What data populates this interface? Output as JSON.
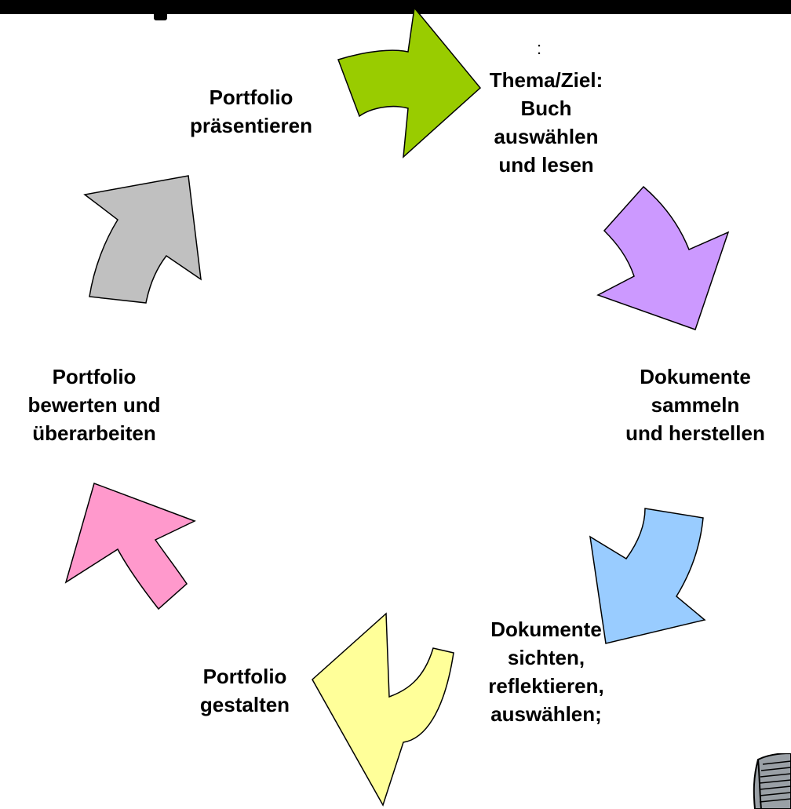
{
  "diagram": {
    "steps": [
      {
        "id": "thema",
        "text": "Thema/Ziel:\nBuch\nauswählen\nund lesen",
        "prefix": ":"
      },
      {
        "id": "sammeln",
        "text": "Dokumente\nsammeln\nund herstellen"
      },
      {
        "id": "sichten",
        "text": "Dokumente\nsichten,\nreflektieren,\nauswählen;"
      },
      {
        "id": "gestalten",
        "text": "Portfolio\ngestalten"
      },
      {
        "id": "bewerten",
        "text": "Portfolio\nbewerten und\nüberarbeiten"
      },
      {
        "id": "praesentieren",
        "text": "Portfolio\npräsentieren"
      }
    ],
    "arrow_colors": {
      "green": "#99cc00",
      "purple": "#cc99ff",
      "blue": "#99ccff",
      "yellow": "#ffff99",
      "pink": "#ff99cc",
      "gray": "#c0c0c0"
    }
  }
}
